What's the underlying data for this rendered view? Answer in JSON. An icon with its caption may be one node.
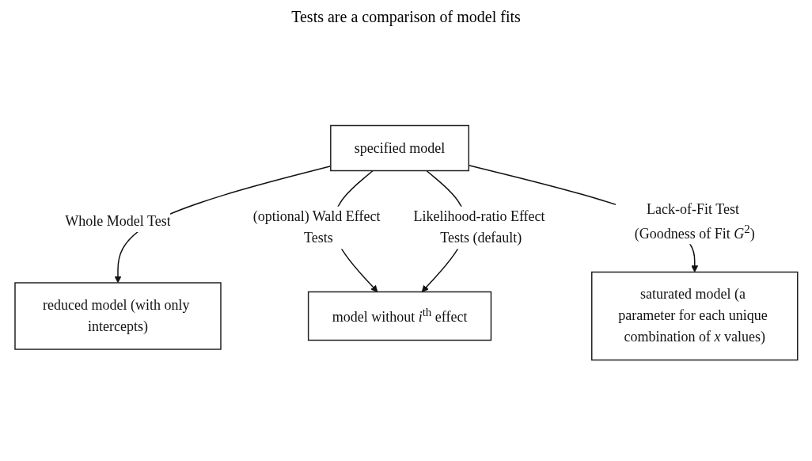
{
  "diagram": {
    "title": "Tests are a comparison of model fits",
    "nodes": [
      {
        "text": [
          "reduced model (with only intercepts)"
        ]
      },
      {
        "text": [
          "specified model"
        ]
      },
      {
        "text": [
          "model without *i*$^{th}$ effect"
        ]
      },
      {
        "text": [
          "saturated model (a parameter for each unique combination of *x* values)"
        ]
      }
    ],
    "edges": [
      {
        "from": 1,
        "to": 0,
        "arrow": "to",
        "label": "Whole Model Test"
      },
      {
        "from": 1,
        "to": 2,
        "arrow": "to",
        "label": "(optional) Wald Effect Tests"
      },
      {
        "from": 1,
        "to": 2,
        "arrow": "to",
        "label": "Likelihood-ratio Effect Tests (default)"
      },
      {
        "from": 1,
        "to": 3,
        "arrow": "to",
        "label": "Lack-of-Fit Test (Goodness of Fit *G*$^{2}$)"
      }
    ]
  }
}
